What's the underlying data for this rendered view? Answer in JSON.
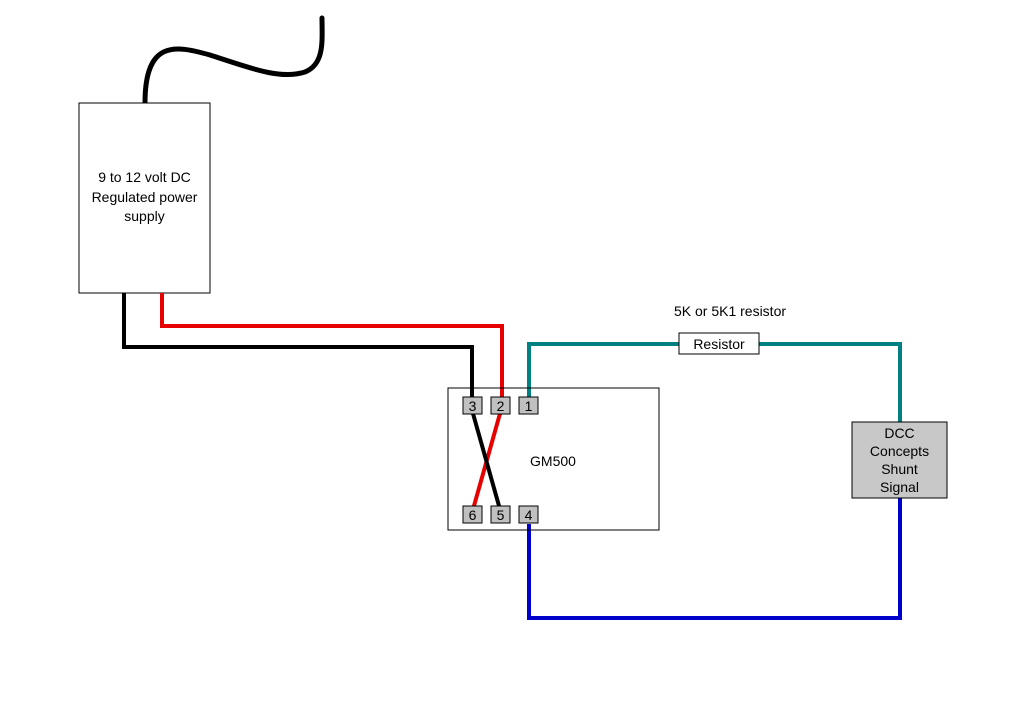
{
  "power_supply": {
    "lines": [
      "9 to 12 volt DC",
      "Regulated power",
      "supply"
    ]
  },
  "resistor": {
    "label": "Resistor",
    "caption": "5K or 5K1 resistor"
  },
  "gm500": {
    "label": "GM500",
    "terminals_top": [
      "3",
      "2",
      "1"
    ],
    "terminals_bottom": [
      "6",
      "5",
      "4"
    ]
  },
  "shunt_signal": {
    "lines": [
      "DCC",
      "Concepts",
      "Shunt",
      "Signal"
    ]
  },
  "colors": {
    "black_wire": "#000000",
    "red_wire": "#e60000",
    "teal_wire": "#008080",
    "blue_wire": "#0000cc",
    "terminal_fill": "#c0c0c0",
    "signal_fill": "#c8c8c8"
  }
}
